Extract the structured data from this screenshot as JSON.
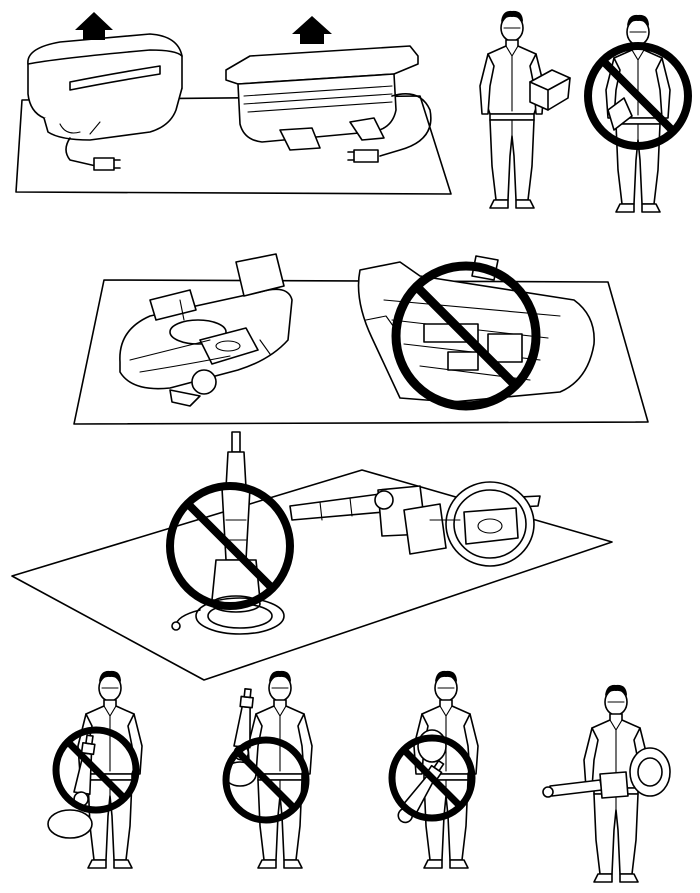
{
  "diagram": {
    "panels": [
      {
        "id": "airbag-face-up",
        "prohibited": false
      },
      {
        "id": "person-carry-correct",
        "prohibited": false
      },
      {
        "id": "person-carry-wrong",
        "prohibited": true
      },
      {
        "id": "cover-face-up",
        "prohibited": false
      },
      {
        "id": "cover-face-down",
        "prohibited": true
      },
      {
        "id": "column-upright",
        "prohibited": true
      },
      {
        "id": "column-flat",
        "prohibited": false
      },
      {
        "id": "carry-column-1",
        "prohibited": true
      },
      {
        "id": "carry-column-2",
        "prohibited": true
      },
      {
        "id": "carry-column-3",
        "prohibited": true
      },
      {
        "id": "carry-column-correct",
        "prohibited": false
      }
    ],
    "colors": {
      "line": "#000000",
      "background": "#ffffff"
    },
    "icons": [
      "up-arrow-icon",
      "prohibition-icon"
    ]
  }
}
